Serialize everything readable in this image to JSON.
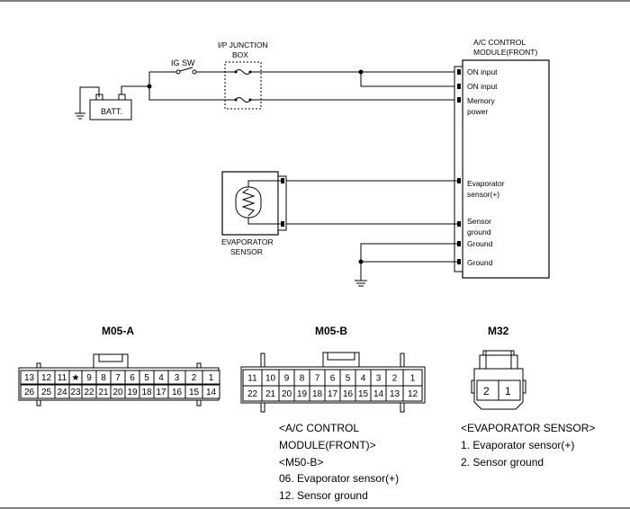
{
  "components": {
    "ip_junction_box": [
      "I/P JUNCTION",
      "BOX"
    ],
    "ig_sw": "IG SW",
    "battery": "BATT.",
    "module": [
      "A/C CONTROL",
      "MODULE(FRONT)"
    ],
    "evaporator_sensor": [
      "EVAPORATOR",
      "SENSOR"
    ]
  },
  "module_pins": {
    "on_input_1": "ON input",
    "on_input_2": "ON input",
    "memory_power": [
      "Memory",
      "power"
    ],
    "evap_sensor": [
      "Evaporator",
      "sensor(+)"
    ],
    "sensor_ground": [
      "Sensor",
      "ground"
    ],
    "ground_1": "Ground",
    "ground_2": "Ground"
  },
  "connectors": {
    "m05a": {
      "title": "M05-A",
      "top": [
        "13",
        "12",
        "11",
        "★",
        "9",
        "8",
        "7",
        "6",
        "5",
        "4",
        "3",
        "2",
        "1"
      ],
      "bottom": [
        "26",
        "25",
        "24",
        "23",
        "22",
        "21",
        "20",
        "19",
        "18",
        "17",
        "16",
        "15",
        "14"
      ]
    },
    "m05b": {
      "title": "M05-B",
      "top": [
        "11",
        "10",
        "9",
        "8",
        "7",
        "6",
        "5",
        "4",
        "3",
        "2",
        "1"
      ],
      "bottom": [
        "22",
        "21",
        "20",
        "19",
        "18",
        "17",
        "16",
        "15",
        "14",
        "13",
        "12"
      ]
    },
    "m32": {
      "title": "M32",
      "pins": [
        "2",
        "1"
      ]
    }
  },
  "notes": {
    "m05b": [
      "<A/C CONTROL",
      "MODULE(FRONT)>",
      "<M50-B>",
      "06. Evaporator sensor(+)",
      "12. Sensor ground"
    ],
    "m32": [
      "<EVAPORATOR SENSOR>",
      "1. Evaporator sensor(+)",
      "2. Sensor ground"
    ]
  }
}
